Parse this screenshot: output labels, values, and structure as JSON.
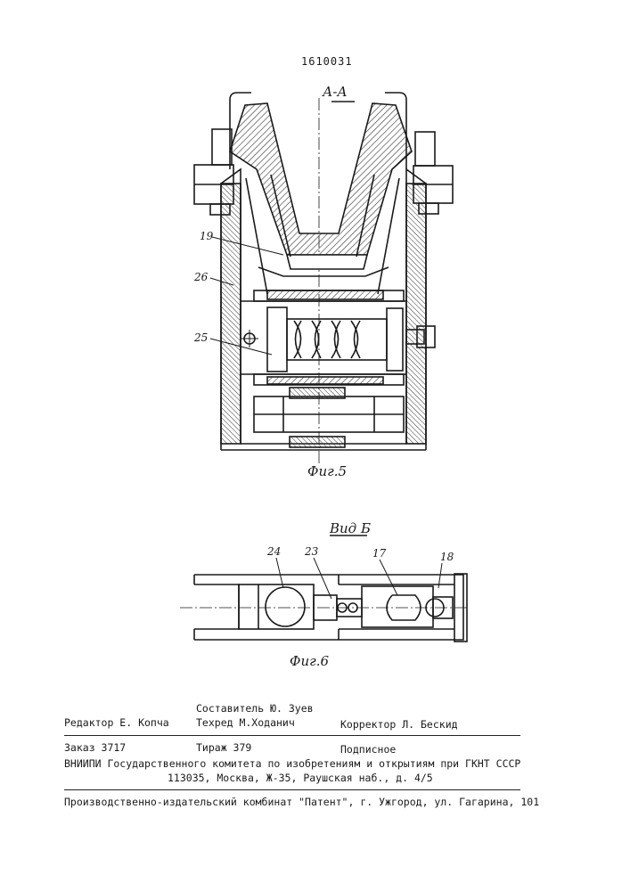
{
  "patent_number": "1610031",
  "figure5": {
    "section_label": "А-А",
    "caption": "Фиг.5",
    "labels": [
      "19",
      "26",
      "25"
    ]
  },
  "figure6": {
    "view_label": "Вид Б",
    "caption": "Фиг.6",
    "labels": [
      "24",
      "23",
      "17",
      "18"
    ]
  },
  "imprint": {
    "compiler": "Составитель Ю. Зуев",
    "editor": "Редактор Е. Копча",
    "techred": "Техред М.Ходанич",
    "corrector": "Корректор Л. Бескид",
    "order": "Заказ 3717",
    "circulation": "Тираж 379",
    "subscription": "Подписное",
    "institute_line": "ВНИИПИ Государственного комитета по изобретениям и открытиям при ГКНТ СССР",
    "address_line": "113035, Москва, Ж-35, Раушская наб., д. 4/5",
    "publisher_line": "Производственно-издательский комбинат \"Патент\", г. Ужгород, ул. Гагарина, 101"
  }
}
